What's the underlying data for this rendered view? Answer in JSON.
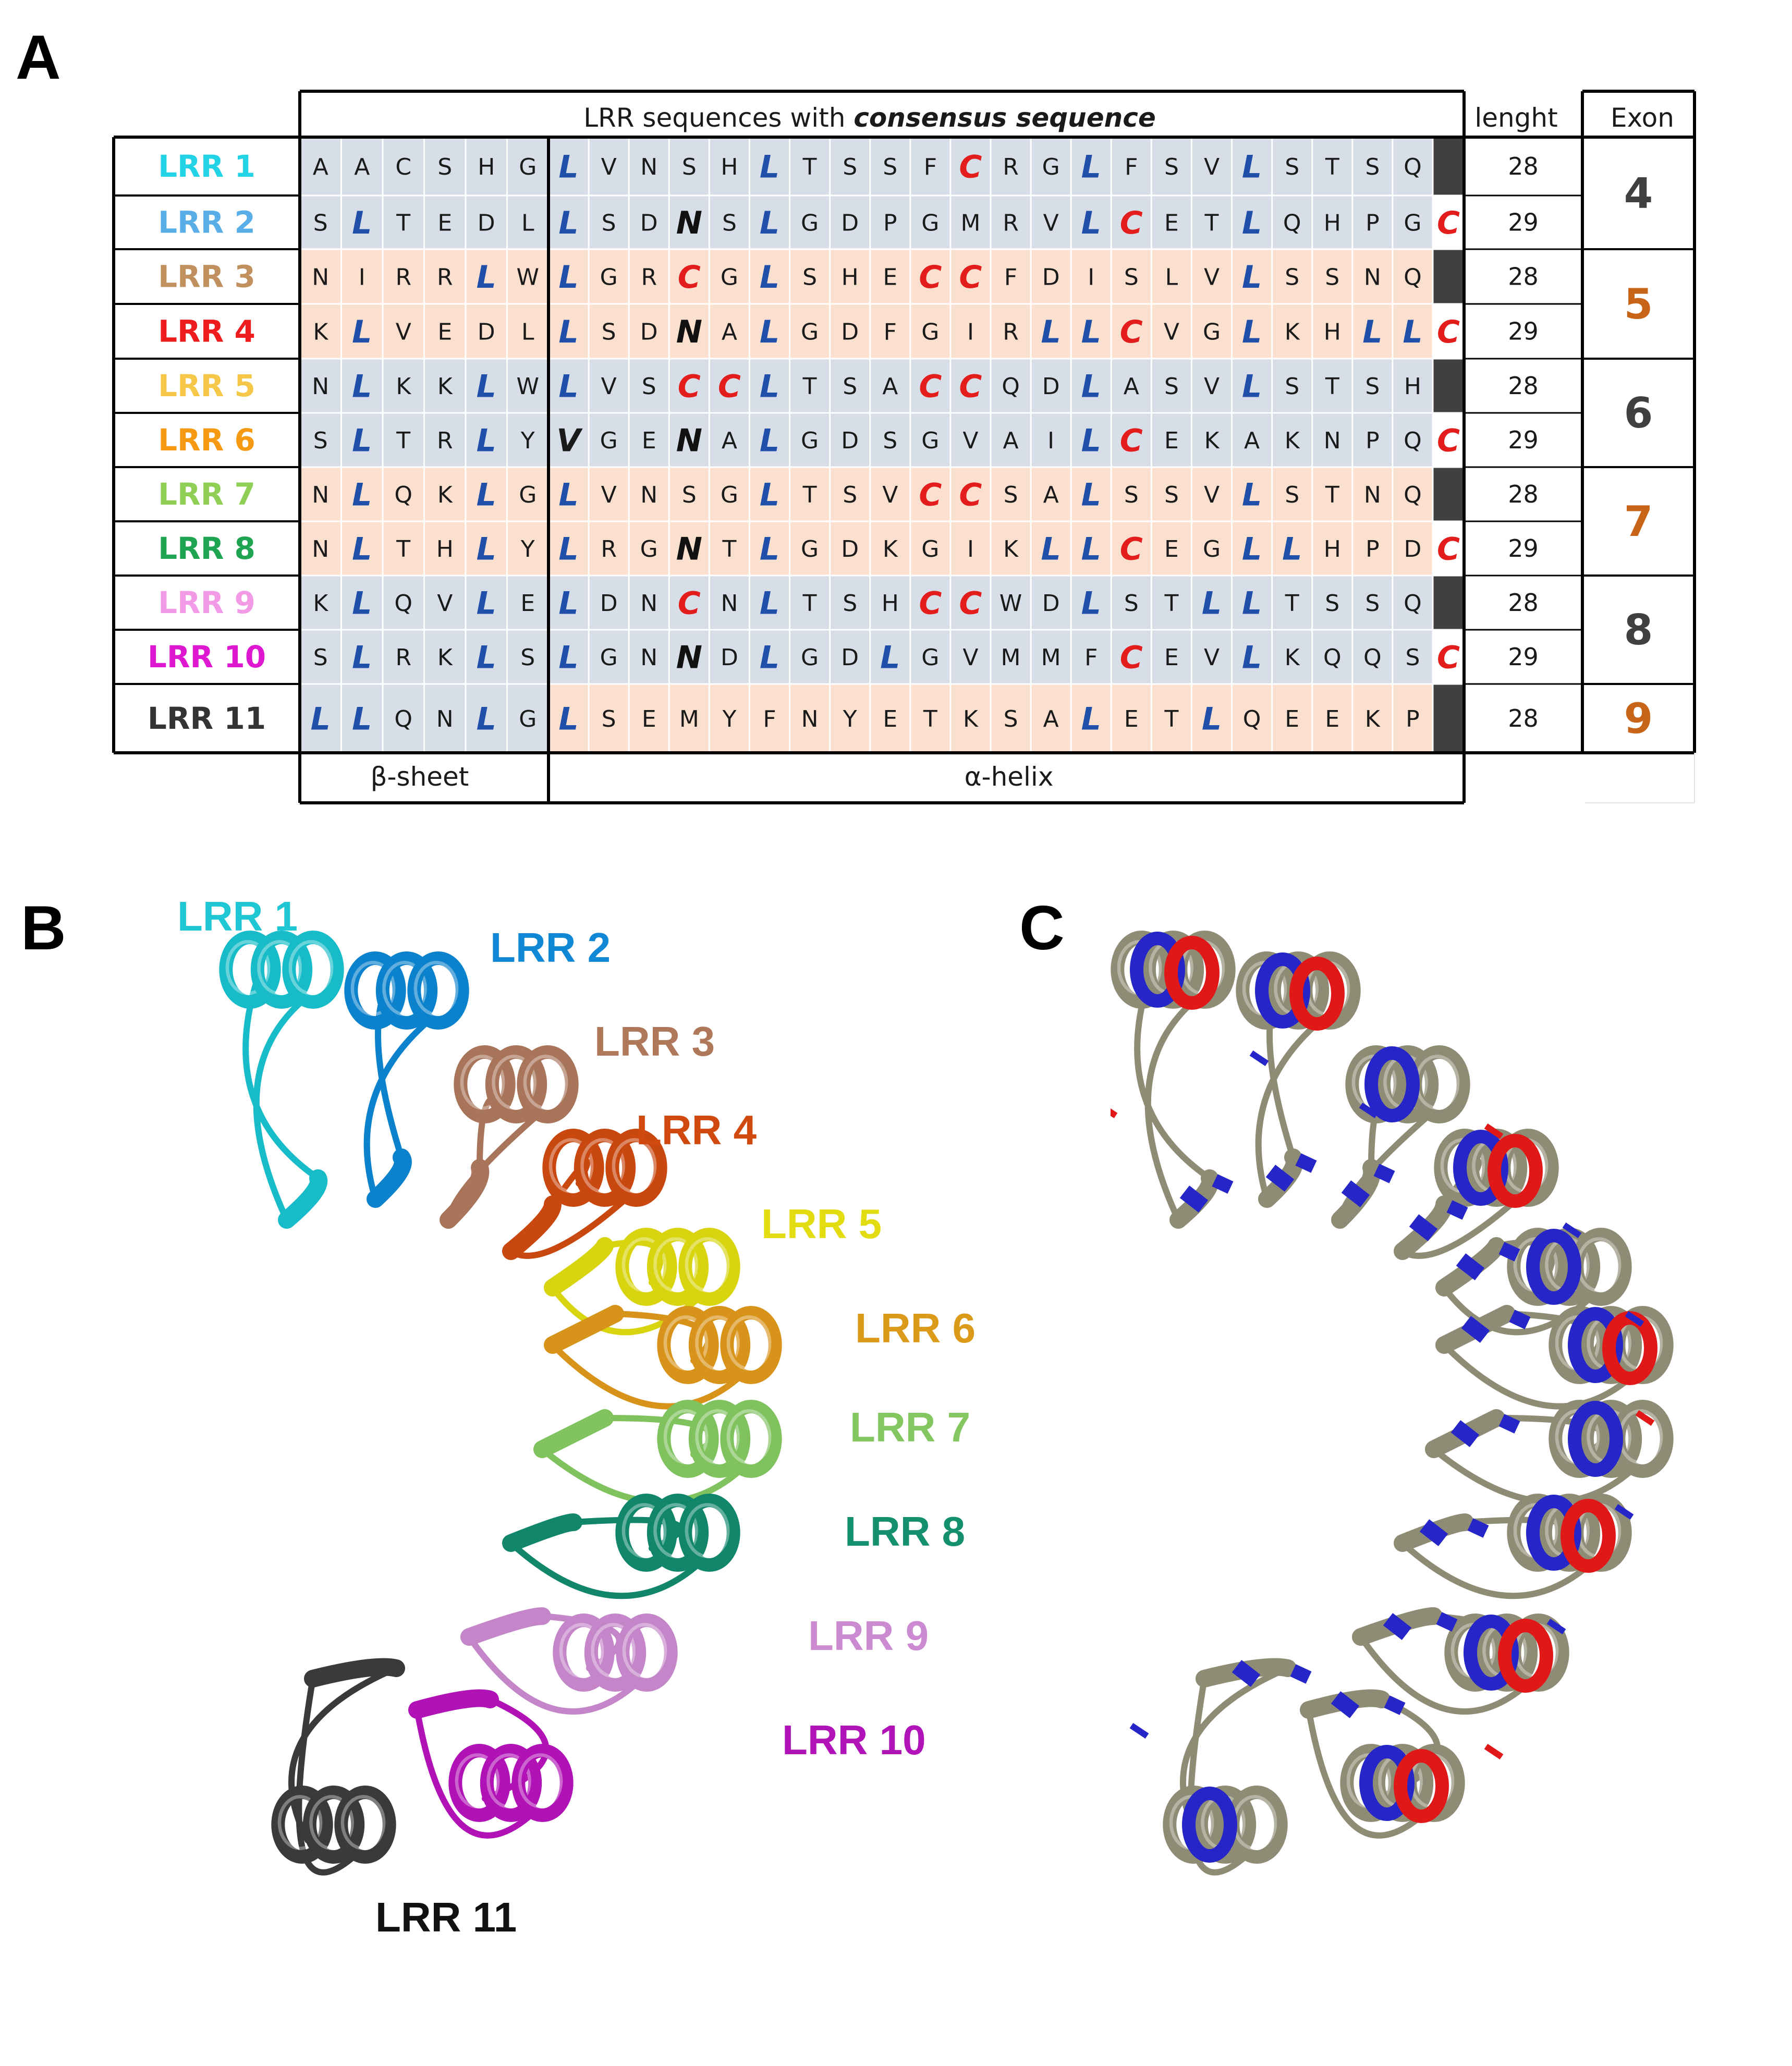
{
  "panels": {
    "a": "A",
    "b": "B",
    "c": "C"
  },
  "table": {
    "header": {
      "sequences_prefix": "LRR sequences with ",
      "sequences_emphasis": "consensus sequence",
      "length": "lenght",
      "exon": "Exon"
    },
    "footer": {
      "beta": "β-sheet",
      "alpha": "α-helix"
    },
    "rows": [
      {
        "label": "LRR 1",
        "color": "#22d3e6",
        "seq": "AACSHGLVNSHLTSSFCRGLFSVLSTSQ",
        "length": "28"
      },
      {
        "label": "LRR 2",
        "color": "#5aaee8",
        "seq": "SLTEDLLSDNSLGDPGMRVLCETLQHPGC",
        "length": "29"
      },
      {
        "label": "LRR 3",
        "color": "#c0905e",
        "seq": "NIRRLWLGRCGLSHECCFDISLVLSSNQ",
        "length": "28"
      },
      {
        "label": "LRR 4",
        "color": "#ee1c1c",
        "seq": "KLVEDLLSDNALGDFGIRLLCVGLKHLLC",
        "length": "29"
      },
      {
        "label": "LRR 5",
        "color": "#f5c84a",
        "seq": "NLKKLWLVSCCLTSACCQDLASVLSTSH",
        "length": "28"
      },
      {
        "label": "LRR 6",
        "color": "#f59a12",
        "seq": "SLTRLYVGENALGDSGVAILCEKAKNPQC",
        "length": "29"
      },
      {
        "label": "LRR 7",
        "color": "#8fcf55",
        "seq": "NLQKLGLVNSGLTSVCCSALSSVLSTNQ",
        "length": "28"
      },
      {
        "label": "LRR 8",
        "color": "#1fa552",
        "seq": "NLTHLYLRGNTLGDKGIKLLCEGLLHPDC",
        "length": "29"
      },
      {
        "label": "LRR 9",
        "color": "#f29ae6",
        "seq": "KLQVLELDNCNLTSHCCWDLSTLLTSSQ",
        "length": "28"
      },
      {
        "label": "LRR 10",
        "color": "#dd18d0",
        "seq": "SLRKLSLGNNDLGDLGVMMFCEVLKQQSC",
        "length": "29"
      },
      {
        "label": "LRR 11",
        "color": "#333333",
        "seq": "LLQNLGLSEMYFNYETKSALETLQEEKP",
        "length": "28"
      }
    ],
    "exons": [
      {
        "value": "4",
        "color": "#404040"
      },
      {
        "value": "5",
        "color": "#c86418"
      },
      {
        "value": "6",
        "color": "#404040"
      },
      {
        "value": "7",
        "color": "#c86418"
      },
      {
        "value": "8",
        "color": "#404040"
      },
      {
        "value": "9",
        "color": "#c86418"
      }
    ]
  },
  "structure": {
    "labels": [
      {
        "text": "LRR 1",
        "color": "#1fc6d4"
      },
      {
        "text": "LRR 2",
        "color": "#1088d6"
      },
      {
        "text": "LRR 3",
        "color": "#b0785a"
      },
      {
        "text": "LRR 4",
        "color": "#d04a10"
      },
      {
        "text": "LRR 5",
        "color": "#e2dc10"
      },
      {
        "text": "LRR 6",
        "color": "#dc9a1a"
      },
      {
        "text": "LRR 7",
        "color": "#84c760"
      },
      {
        "text": "LRR 8",
        "color": "#14906e"
      },
      {
        "text": "LRR 9",
        "color": "#cc8ad0"
      },
      {
        "text": "LRR 10",
        "color": "#b014b8"
      },
      {
        "text": "LRR 11",
        "color": "#111111"
      }
    ],
    "ribbon_colors": [
      "#17bcc8",
      "#0c82cc",
      "#a8745a",
      "#c84810",
      "#d8d410",
      "#d8941a",
      "#80c25e",
      "#12866a",
      "#c486c8",
      "#b012b6",
      "#3a3a3a"
    ],
    "neutral_color": "#8e8c74",
    "highlight_blue": "#2626c8",
    "highlight_red": "#e01818"
  }
}
